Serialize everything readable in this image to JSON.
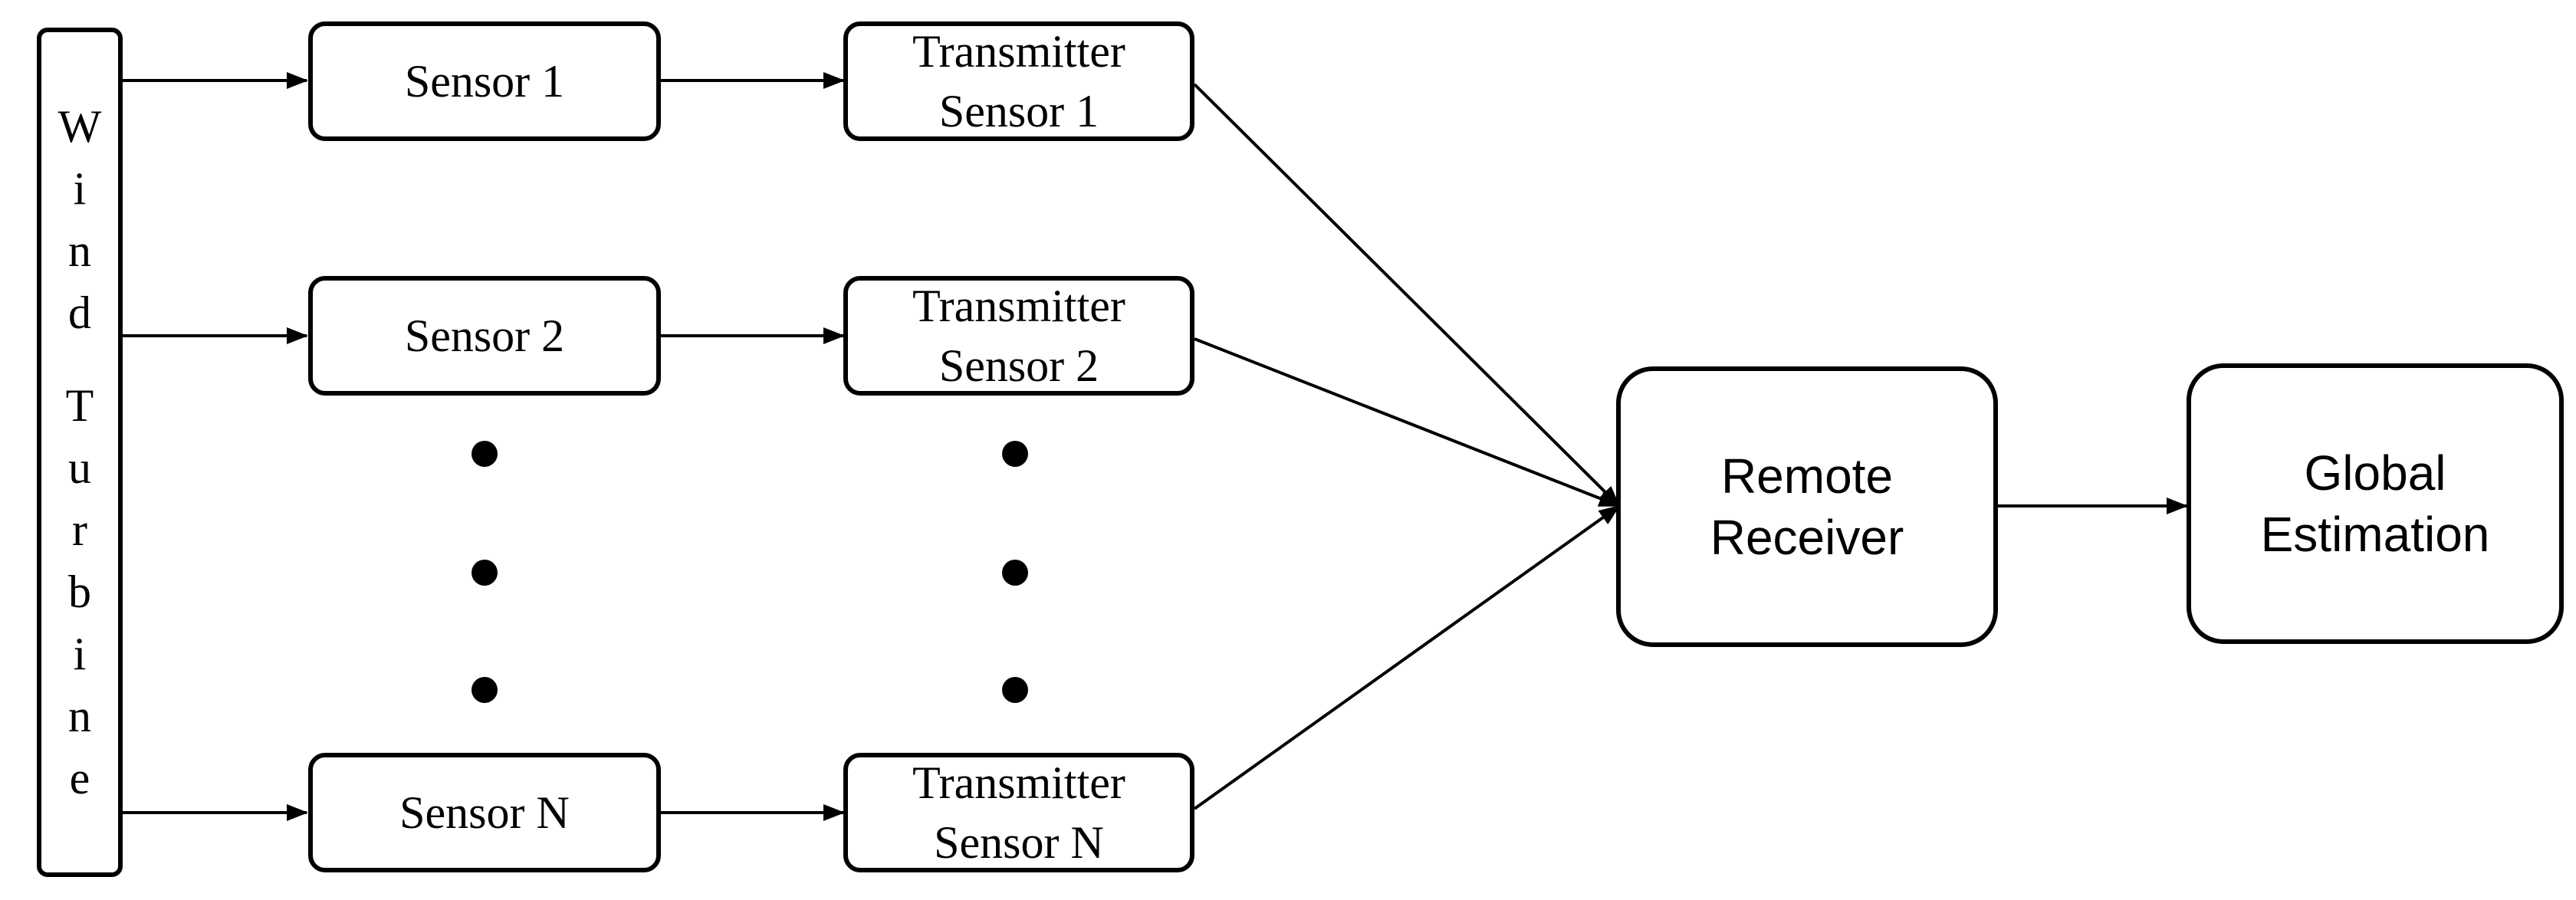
{
  "diagram": {
    "wind_turbine": {
      "label_line1": [
        "W",
        "i",
        "n",
        "d"
      ],
      "label_line2": [
        "T",
        "u",
        "r",
        "b",
        "i",
        "n",
        "e"
      ]
    },
    "sensors": [
      {
        "label": "Sensor 1"
      },
      {
        "label": "Sensor 2"
      },
      {
        "label": "Sensor N"
      }
    ],
    "transmitters": [
      {
        "line1": "Transmitter",
        "line2": "Sensor 1"
      },
      {
        "line1": "Transmitter",
        "line2": "Sensor 2"
      },
      {
        "line1": "Transmitter",
        "line2": "Sensor N"
      }
    ],
    "receiver": {
      "line1": "Remote",
      "line2": "Receiver"
    },
    "estimation": {
      "line1": "Global",
      "line2": "Estimation"
    },
    "colors": {
      "stroke": "#000000",
      "background": "#ffffff"
    }
  }
}
